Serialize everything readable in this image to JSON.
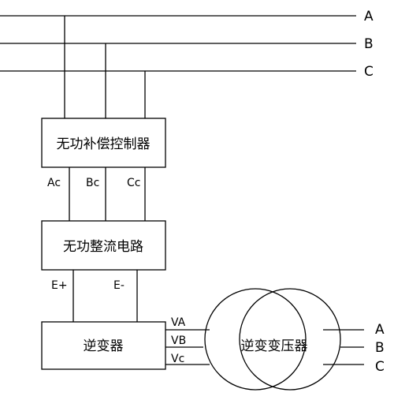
{
  "bus": {
    "phase_labels": [
      "A",
      "B",
      "C"
    ]
  },
  "blocks": {
    "controller": "无功补偿控制器",
    "rectifier": "无功整流电路",
    "inverter": "逆变器"
  },
  "ports": {
    "controller_outputs": [
      "Ac",
      "Bc",
      "Cc"
    ],
    "rectifier_outputs": [
      "E+",
      "E-"
    ],
    "inverter_outputs": [
      "VA",
      "VB",
      "Vc"
    ]
  },
  "transformer": {
    "label": "逆变变压器",
    "output_labels": [
      "A",
      "B",
      "C"
    ]
  },
  "colors": {
    "line": "#000000",
    "background": "#ffffff"
  }
}
